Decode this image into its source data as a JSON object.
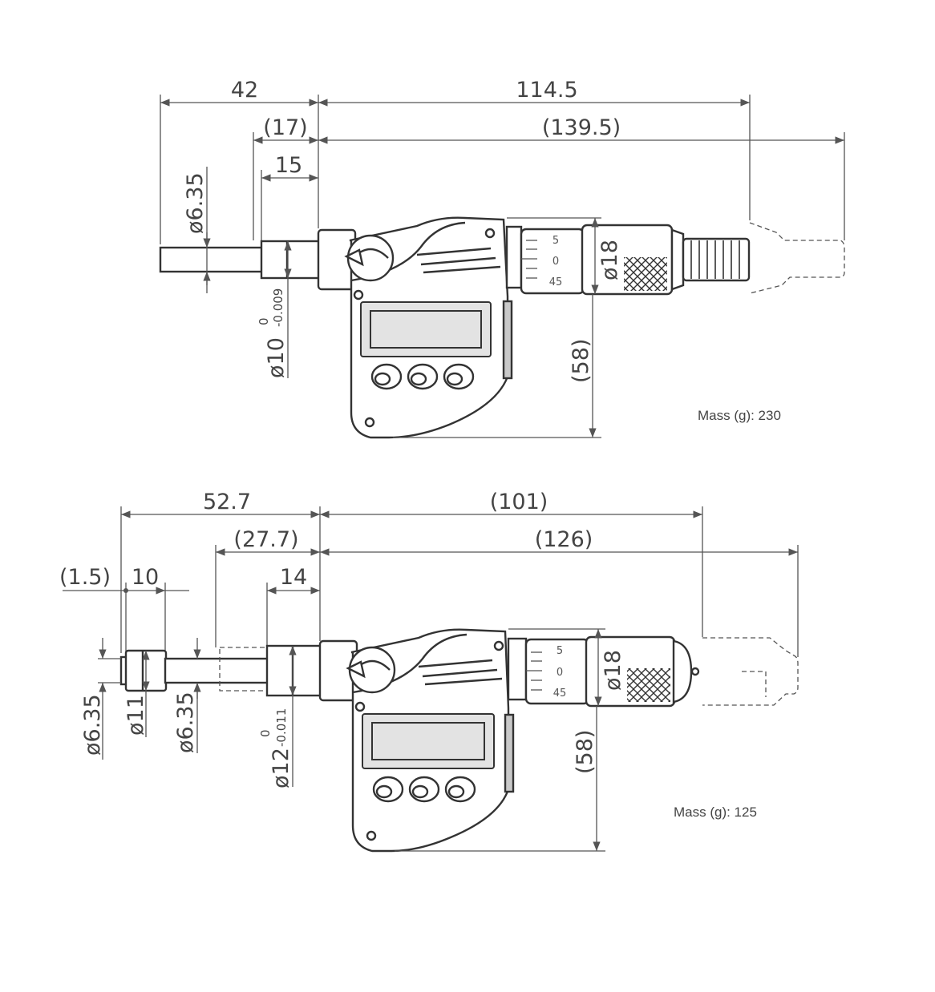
{
  "drawing_top": {
    "dim_42": "42",
    "dim_114_5": "114.5",
    "dim_17": "(17)",
    "dim_139_5": "(139.5)",
    "dim_15": "15",
    "dia_spindle": "ø6.35",
    "dia_stem": "ø10",
    "tol_upper": "0",
    "tol_lower": "-0.009",
    "dia_thimble": "ø18",
    "height": "(58)",
    "scale_5": "5",
    "scale_0": "0",
    "scale_45": "45",
    "mass": "Mass (g): 230"
  },
  "drawing_bottom": {
    "dim_52_7": "52.7",
    "dim_101": "(101)",
    "dim_27_7": "(27.7)",
    "dim_126": "(126)",
    "dim_1_5": "(1.5)",
    "dim_10": "10",
    "dim_14": "14",
    "dia_tip": "ø6.35",
    "dia_head": "ø11",
    "dia_spindle": "ø6.35",
    "dia_stem": "ø12",
    "tol_upper": "0",
    "tol_lower": "-0.011",
    "dia_thimble": "ø18",
    "height": "(58)",
    "scale_5": "5",
    "scale_0": "0",
    "scale_45": "45",
    "mass": "Mass (g): 125"
  },
  "colors": {
    "line": "#555555",
    "outline": "#333333",
    "fill_grey": "#c9c9c9"
  }
}
